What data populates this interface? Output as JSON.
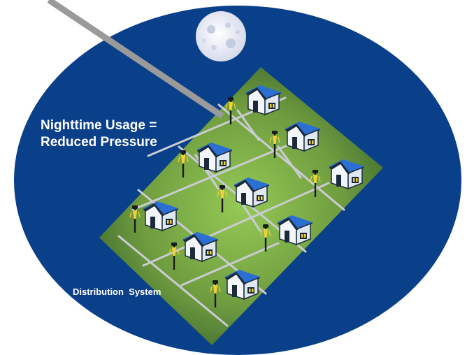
{
  "labels": {
    "usage_line1": "Nighttime Usage =",
    "usage_line2": "Reduced Pressure",
    "distribution": "Distribution  System"
  },
  "colors": {
    "background": "#ffffff",
    "ellipse": "#0a3f8a",
    "ellipse_edge": "#0d4a98",
    "grass_center": "#8cc24a",
    "grass_edge": "#2f5a2a",
    "street": "#c9ccd2",
    "pipe": "#9a9a9a",
    "moon": "#eef0f8",
    "roof": "#2a6fd1",
    "wall": "#f2f6fb",
    "door": "#1c2a3a",
    "window_lit": "#f0d238",
    "window_dark": "#1c2a3a",
    "lamp_light": "#f0d238"
  },
  "icons": {
    "moon": "moon-icon",
    "house": "house-icon",
    "lamp": "street-lamp-icon"
  }
}
